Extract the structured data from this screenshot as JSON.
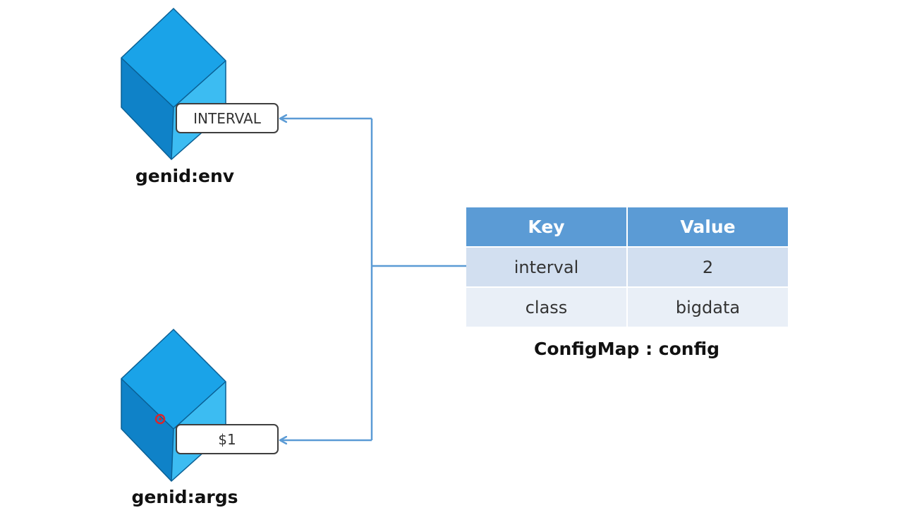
{
  "pods": {
    "env": {
      "label": "genid:env",
      "variable": "INTERVAL"
    },
    "args": {
      "label": "genid:args",
      "variable": "$1"
    }
  },
  "configmap": {
    "caption": "ConfigMap : config",
    "columns": [
      "Key",
      "Value"
    ],
    "rows": [
      {
        "key": "interval",
        "value": "2"
      },
      {
        "key": "class",
        "value": "bigdata"
      }
    ]
  },
  "colors": {
    "cube_top": "#1aa3e8",
    "cube_left": "#0f82c8",
    "cube_right": "#3cbcf2",
    "connector": "#5b9bd5",
    "table_header": "#5b9bd5",
    "row_odd": "#d2dff0",
    "row_even": "#e9eff7",
    "cursor_dot": "#d9262c"
  }
}
